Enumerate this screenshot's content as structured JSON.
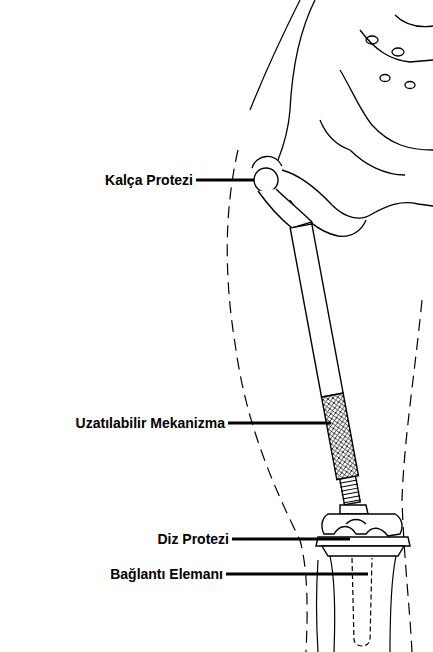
{
  "diagram": {
    "labels": [
      "Kalça Protezi",
      "Uzatılabilir Mekanizma",
      "Diz Protezi",
      "Bağlantı Elemanı"
    ]
  }
}
